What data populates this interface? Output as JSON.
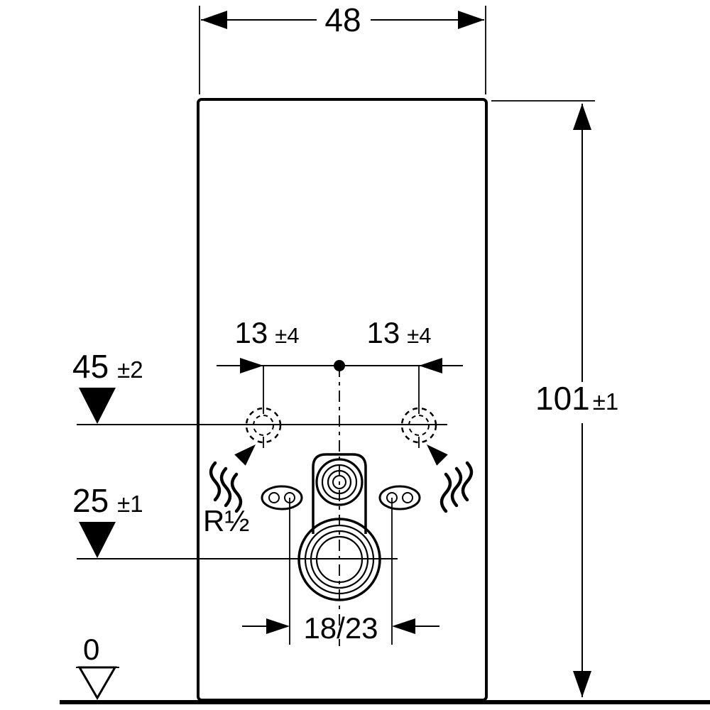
{
  "dimensions": {
    "width": {
      "value": "48"
    },
    "height": {
      "value": "101",
      "tolerance": "±1"
    },
    "water_level": {
      "value": "45",
      "tolerance": "±2"
    },
    "outlet_level": {
      "value": "25",
      "tolerance": "±1"
    },
    "datum": {
      "value": "0"
    },
    "water_left_offset": {
      "value": "13",
      "tolerance": "±4"
    },
    "water_right_offset": {
      "value": "13",
      "tolerance": "±4"
    },
    "water_thread": {
      "value": "R½"
    },
    "outlet_offset": {
      "value": "18/23"
    }
  },
  "colors": {
    "line": "#000000",
    "background": "#ffffff"
  }
}
